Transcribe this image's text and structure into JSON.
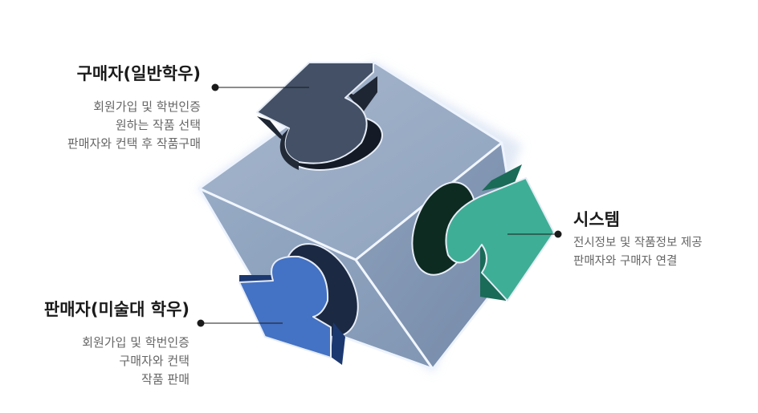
{
  "buyer": {
    "title": "구매자(일반학우)",
    "lines": [
      "회원가입 및 학번인증",
      "원하는 작품 선택",
      "판매자와 컨택 후 작품구매"
    ]
  },
  "seller": {
    "title": "판매자(미술대 학우)",
    "lines": [
      "회원가입 및 학번인증",
      "구매자와 컨택",
      "작품 판매"
    ]
  },
  "system": {
    "title": "시스템",
    "lines": [
      "전시정보 및 작품정보 제공",
      "판매자와 구매자 연결"
    ]
  },
  "colors": {
    "cube_face": "#8ba1be",
    "buyer_piece": "#435066",
    "seller_piece": "#4472c4",
    "system_piece": "#3fae96"
  }
}
